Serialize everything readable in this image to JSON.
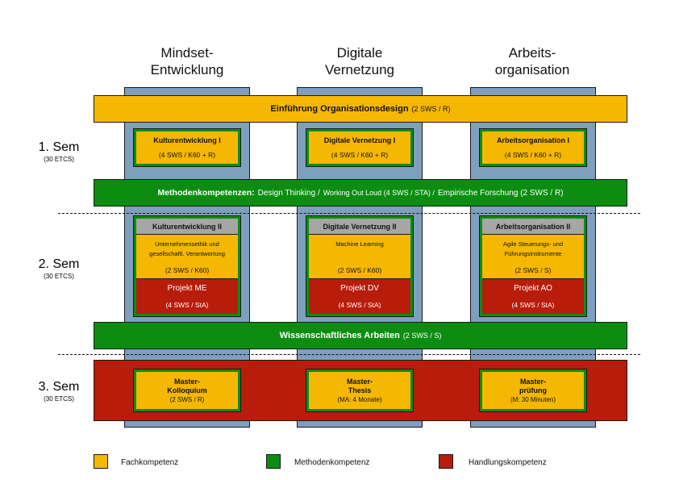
{
  "columns": [
    {
      "line1": "Mindset-",
      "line2": "Entwicklung"
    },
    {
      "line1": "Digitale",
      "line2": "Vernetzung"
    },
    {
      "line1": "Arbeits-",
      "line2": "organisation"
    }
  ],
  "semesters": [
    {
      "title": "1. Sem",
      "ects": "(30 ETCS)"
    },
    {
      "title": "2. Sem",
      "ects": "(30 ETCS)"
    },
    {
      "title": "3. Sem",
      "ects": "(30 ETCS)"
    }
  ],
  "band_einfuehrung": {
    "title": "Einführung Organisationsdesign",
    "detail": "(2 SWS / R)"
  },
  "band_methoden": {
    "title": "Methodenkompetenzen:",
    "item1": "Design Thinking /",
    "item2": "Working Out Loud (4 SWS / STA) /",
    "item3": "Empirische Forschung (2 SWS / R)"
  },
  "band_wiss": {
    "title": "Wissenschaftliches Arbeiten",
    "detail": "(2 SWS / S)"
  },
  "sem1_modules": [
    {
      "title": "Kulturentwicklung I",
      "detail": "(4 SWS / K60 + R)"
    },
    {
      "title": "Digitale Vernetzung I",
      "detail": "(4 SWS / K60 + R)"
    },
    {
      "title": "Arbeitsorganisation I",
      "detail": "(4 SWS / K60 + R)"
    }
  ],
  "sem2_modules": [
    {
      "header": "Kulturentwicklung II",
      "desc1": "Unternehmensethik und",
      "desc2": "gesellschaftl. Verantwortung",
      "ects": "(2 SWS / K60)",
      "project": "Projekt ME",
      "project_detail": "(4 SWS / StA)"
    },
    {
      "header": "Digitale Vernetzung II",
      "desc1": "Machine Learning",
      "desc2": "",
      "ects": "(2 SWS / K60)",
      "project": "Projekt DV",
      "project_detail": "(4 SWS / StA)"
    },
    {
      "header": "Arbeitsorganisation II",
      "desc1": "Agile Steuerungs- und",
      "desc2": "Führungsinstrumente",
      "ects": "(2 SWS / S)",
      "project": "Projekt AO",
      "project_detail": "(4 SWS / StA)"
    }
  ],
  "sem3_modules": [
    {
      "line1": "Master-",
      "line2": "Kolloquium",
      "detail": "(2 SWS / R)"
    },
    {
      "line1": "Master-",
      "line2": "Thesis",
      "detail": "(MA: 4 Monate)"
    },
    {
      "line1": "Master-",
      "line2": "prüfung",
      "detail": "(M: 30 Minuten)"
    }
  ],
  "legend": [
    {
      "label": "Fachkompetenz",
      "color": "#f5b800"
    },
    {
      "label": "Methodenkompetenz",
      "color": "#0c8d12"
    },
    {
      "label": "Handlungskompetenz",
      "color": "#b81c0b"
    }
  ]
}
